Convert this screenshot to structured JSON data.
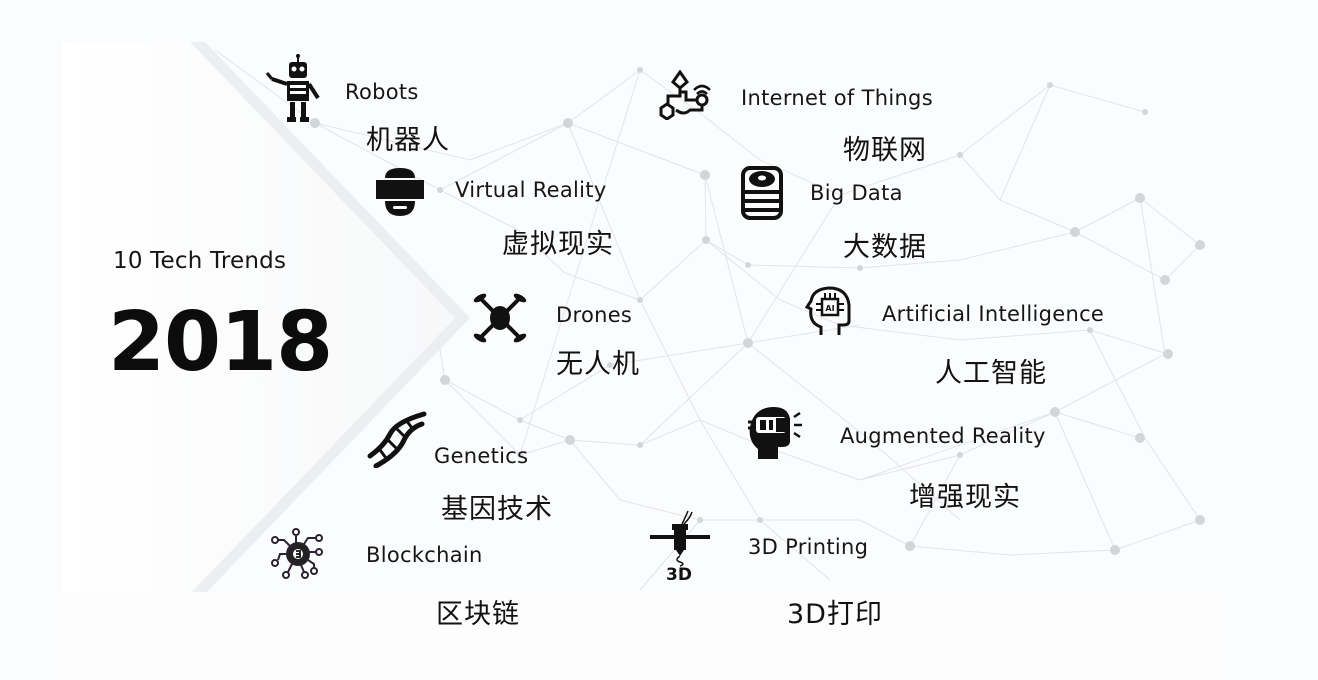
{
  "header": {
    "subtitle": "10 Tech Trends",
    "year": "2018"
  },
  "colors": {
    "background": "#fbfcfd",
    "panel": "#ffffff",
    "text": "#111111",
    "network_node": "#d2d2d4",
    "network_line": "#e4e5e8"
  },
  "trends": [
    {
      "en": "Robots",
      "zh": "机器人",
      "icon": "robot-icon"
    },
    {
      "en": "Internet of Things",
      "zh": "物联网",
      "icon": "iot-icon"
    },
    {
      "en": "Virtual Reality",
      "zh": "虚拟现实",
      "icon": "vr-headset-icon"
    },
    {
      "en": "Big Data",
      "zh": "大数据",
      "icon": "database-icon"
    },
    {
      "en": "Drones",
      "zh": "无人机",
      "icon": "drone-icon"
    },
    {
      "en": "Artificial Intelligence",
      "zh": "人工智能",
      "icon": "ai-head-icon"
    },
    {
      "en": "Augmented Reality",
      "zh": "增强现实",
      "icon": "ar-head-icon"
    },
    {
      "en": "Genetics",
      "zh": "基因技术",
      "icon": "dna-icon"
    },
    {
      "en": "Blockchain",
      "zh": "区块链",
      "icon": "blockchain-icon"
    },
    {
      "en": "3D Printing",
      "zh": "3D打印",
      "icon": "3d-printer-icon"
    }
  ]
}
